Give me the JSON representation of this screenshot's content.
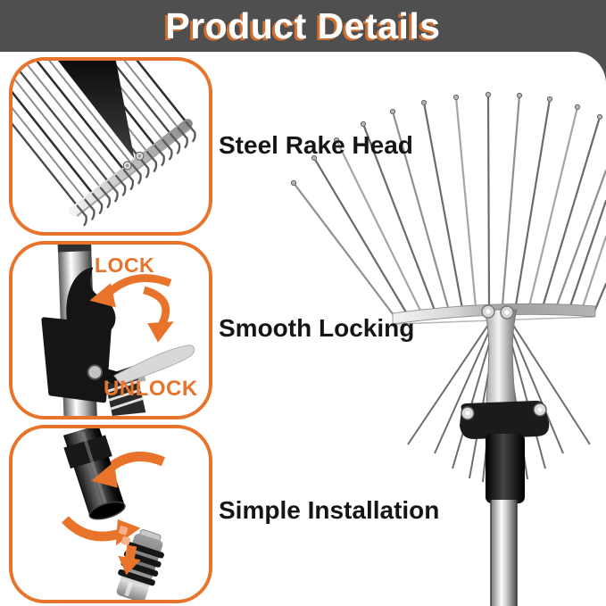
{
  "header": {
    "title": "Product Details"
  },
  "colors": {
    "accent_orange": "#e8742c",
    "banner_gray": "#4f4f4f",
    "label_text": "#151515"
  },
  "features": [
    {
      "label": "Steel Rake Head",
      "photo": "steel-rake-head-photo"
    },
    {
      "label": "Smooth Locking",
      "photo": "locking-mechanism-photo",
      "lock_label": "LOCK",
      "unlock_label": "UNLOCK"
    },
    {
      "label": "Simple Installation",
      "photo": "pole-installation-photo"
    }
  ],
  "product_photo": {
    "name": "adjustable-fan-rake-photo"
  }
}
